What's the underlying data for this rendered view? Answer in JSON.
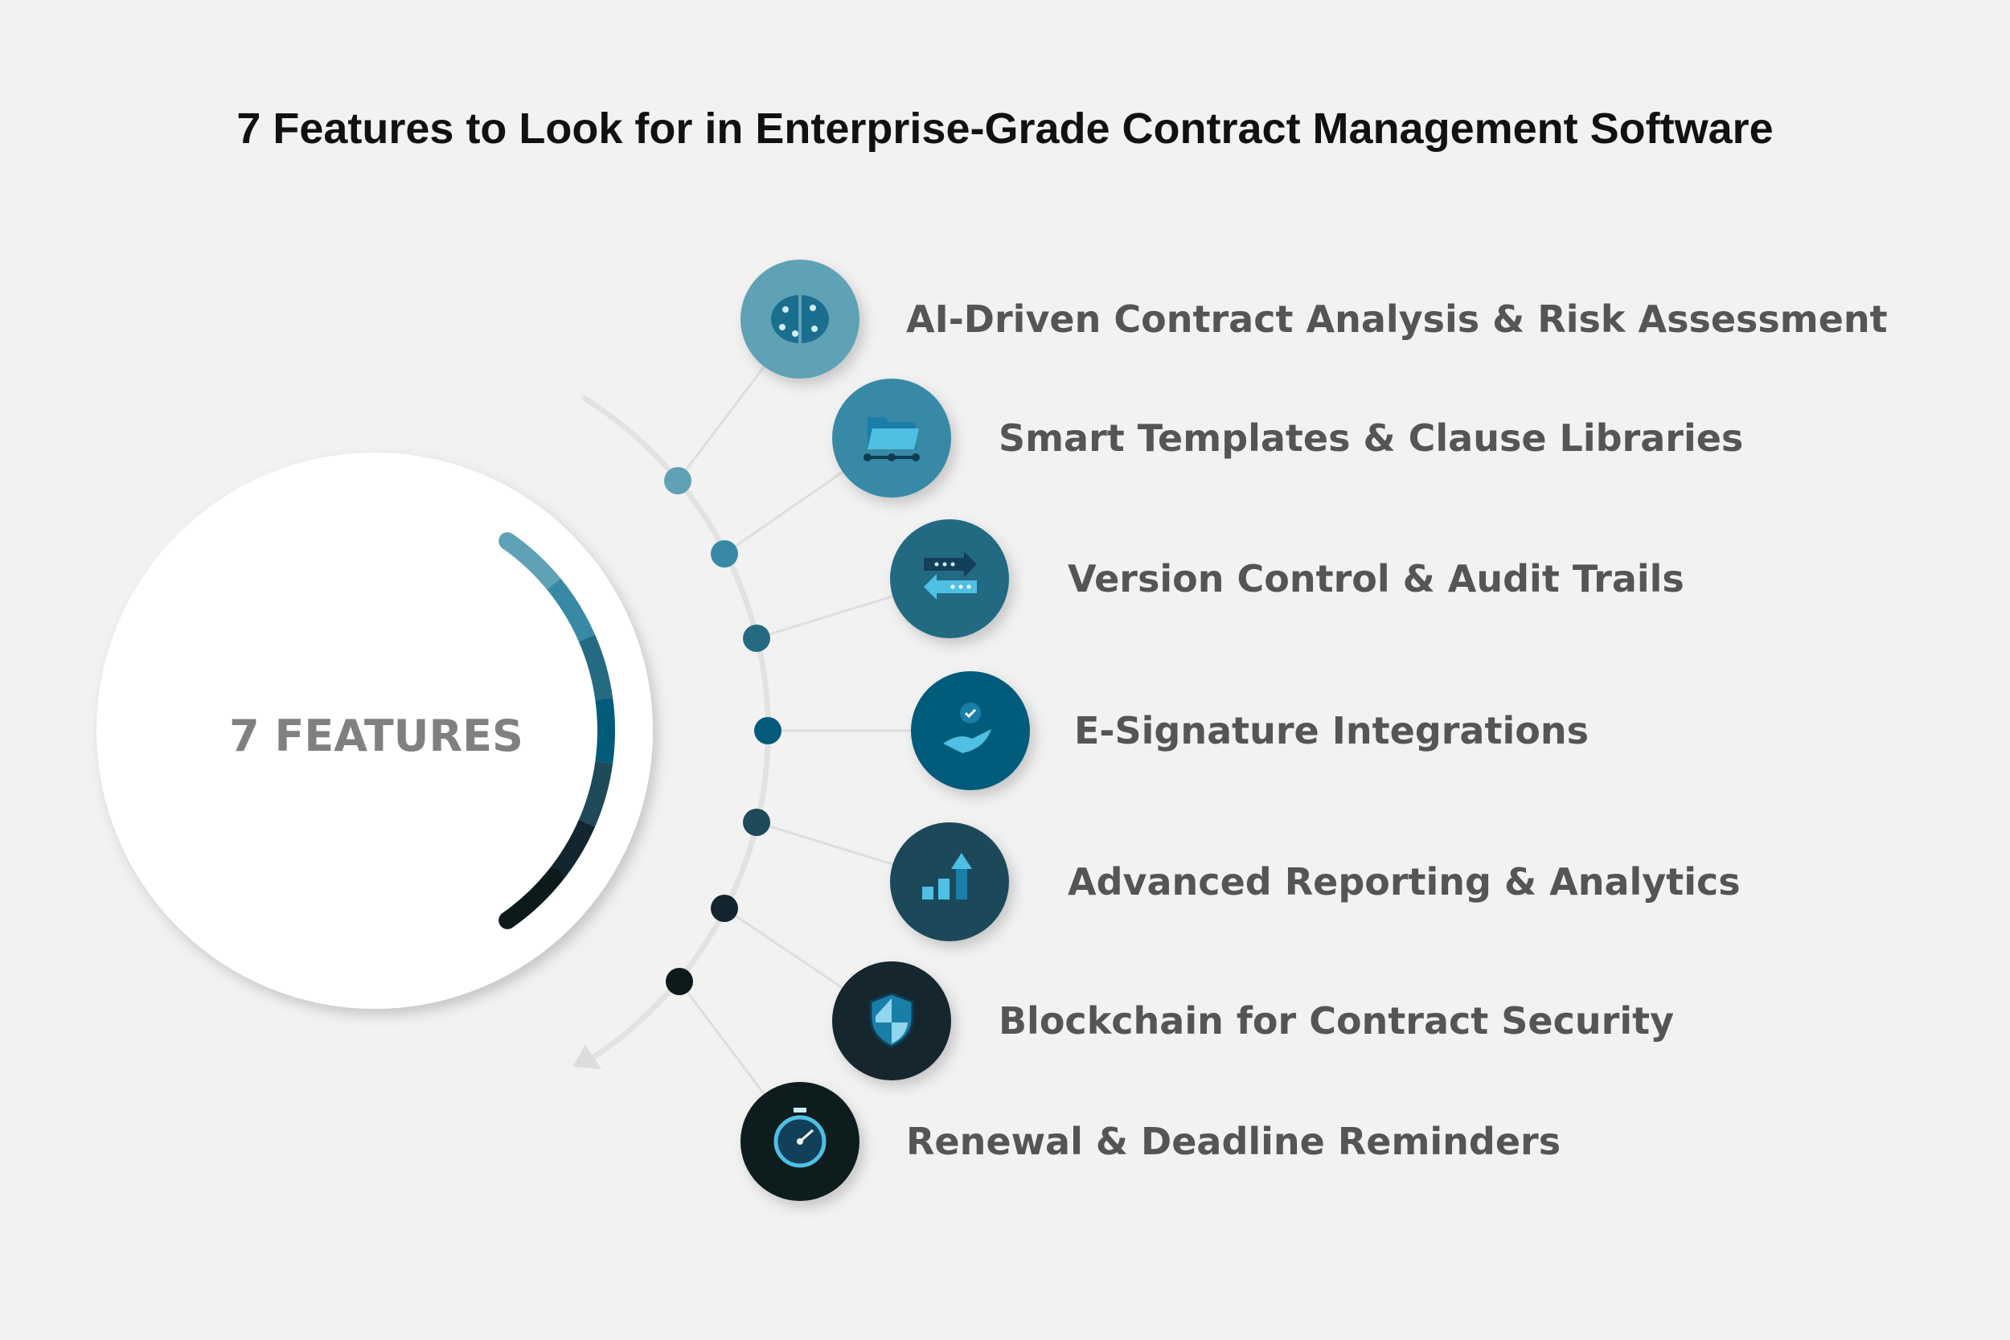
{
  "title": "7 Features to Look for in Enterprise-Grade Contract Management Software",
  "center_label": "7 FEATURES",
  "features": [
    {
      "label": "AI-Driven Contract Analysis & Risk Assessment",
      "icon": "brain-icon",
      "color": "#5fa1b5"
    },
    {
      "label": "Smart Templates & Clause Libraries",
      "icon": "folder-network-icon",
      "color": "#3889a6"
    },
    {
      "label": "Version Control & Audit Trails",
      "icon": "exchange-arrows-icon",
      "color": "#246b82"
    },
    {
      "label": "E-Signature Integrations",
      "icon": "hand-check-icon",
      "color": "#035b7a"
    },
    {
      "label": "Advanced Reporting & Analytics",
      "icon": "bar-chart-arrow-icon",
      "color": "#1e4a5a"
    },
    {
      "label": "Blockchain for Contract Security",
      "icon": "shield-icon",
      "color": "#13252e"
    },
    {
      "label": "Renewal & Deadline Reminders",
      "icon": "stopwatch-icon",
      "color": "#0c1a1c"
    }
  ]
}
